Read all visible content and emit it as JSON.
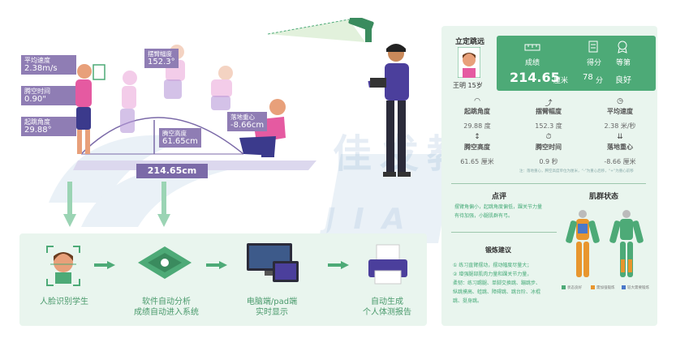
{
  "watermark": {
    "brand_cn": "佳发教育",
    "brand_en": "JIA FA"
  },
  "metrics_left": [
    {
      "label": "平均速度",
      "value": "2.38m/s"
    },
    {
      "label": "腾空时间",
      "value": "0.90\""
    },
    {
      "label": "起跳角度",
      "value": "29.88°"
    }
  ],
  "jump_tags": {
    "arm_swing": {
      "label": "摆臂幅度",
      "value": "152.3°"
    },
    "air_height": {
      "label": "腾空高度",
      "value": "61.65cm"
    },
    "landing": {
      "label": "落地重心",
      "value": "-8.66cm"
    }
  },
  "distance": "214.65cm",
  "flow": {
    "steps": [
      {
        "label": "人脸识别学生",
        "label2": ""
      },
      {
        "label": "软件自动分析",
        "label2": "成绩自动进入系统"
      },
      {
        "label": "电脑端/pad端",
        "label2": "实时显示"
      },
      {
        "label": "自动生成",
        "label2": "个人体测报告"
      }
    ]
  },
  "report": {
    "title": "立定跳远",
    "student": "王明 15岁",
    "score_card": {
      "result_label": "成绩",
      "result_value": "214.65",
      "result_unit": "厘米",
      "points_label": "得分",
      "points_value": "78",
      "points_unit": "分",
      "grade_label": "等第",
      "grade_value": "良好"
    },
    "stats": [
      {
        "label": "起跳角度",
        "value": "29.88 度"
      },
      {
        "label": "摆臂幅度",
        "value": "152.3 度"
      },
      {
        "label": "平均速度",
        "value": "2.38 米/秒"
      },
      {
        "label": "腾空高度",
        "value": "61.65 厘米"
      },
      {
        "label": "腾空时间",
        "value": "0.9 秒"
      },
      {
        "label": "落地重心",
        "value": "-8.66 厘米"
      }
    ],
    "note": "注：落地重心，腾空高度单位为厘米，“-”为重心后移，“+”为重心前移",
    "comment_title": "点评",
    "comment_text": [
      "摆臂角偏小，起跳角度偏低，踝关节力量",
      "有待加强，小腿肌群有弓。"
    ],
    "muscle_title": "肌群状态",
    "training_title": "锻炼建议",
    "training_text": [
      "① 练习直臂摆动，摆动幅度尽量大；",
      "② 增强腿部肌肉力量和踝关节力量，",
      "柔韧：练习踢腿、单脚交换跳、蹦跳步、",
      "纵跳摸高、蛙跳、障碍跳、跳台阶、冰棍",
      "跳、挺身跳。"
    ],
    "legend": [
      "状态良好",
      "需加强锻炼",
      "较大需要锻炼"
    ]
  },
  "colors": {
    "green": "#4daa77",
    "purple": "#8f7db4",
    "panel": "#e9f5ee",
    "orange": "#e8962e",
    "blue": "#4a78c9"
  }
}
